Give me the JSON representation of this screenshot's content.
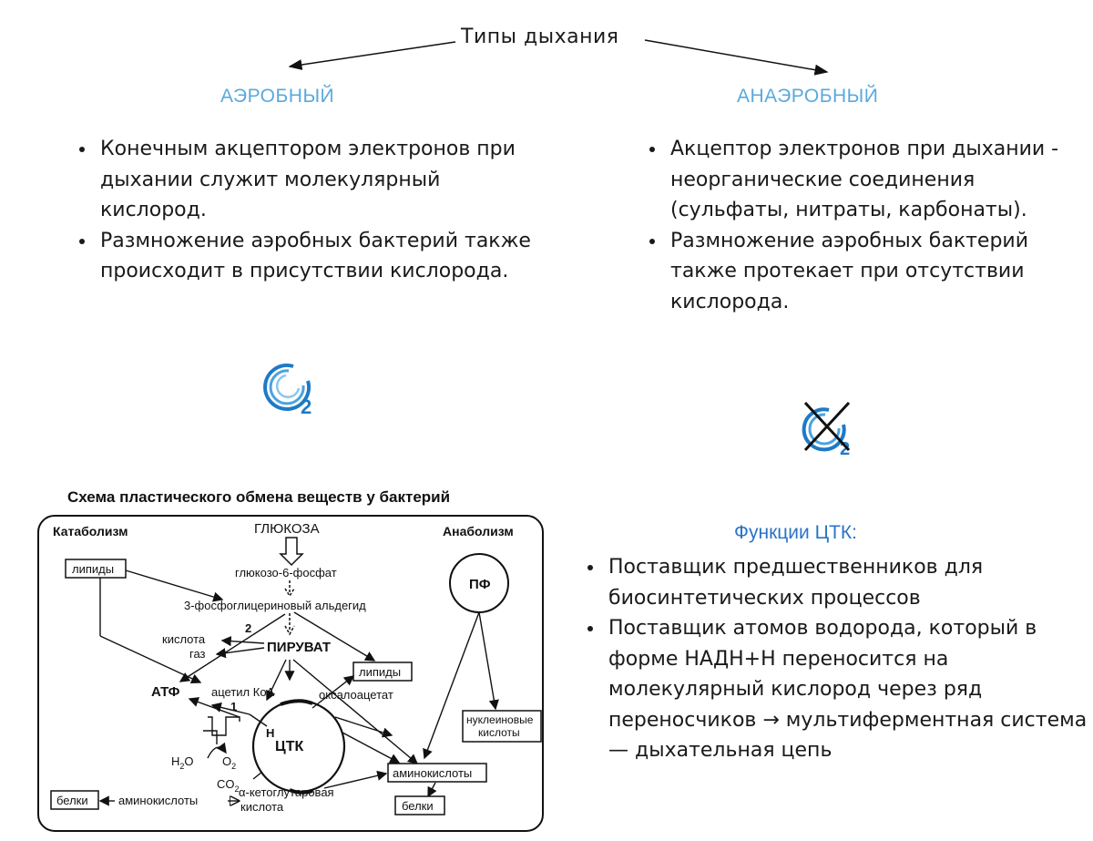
{
  "title": "Типы дыхания",
  "aerobic": {
    "title": "АЭРОБНЫЙ",
    "bullets": [
      "Конечным акцептором электронов при дыхании служит молекулярный кислород.",
      "Размножение аэробных бактерий также происходит в присутствии кислорода."
    ],
    "icon": "o2-icon"
  },
  "anaerobic": {
    "title": "АНАЭРОБНЫЙ",
    "bullets": [
      "Акцептор электронов при дыхании - неорганические соединения (сульфаты, нитраты, карбонаты).",
      "Размножение аэробных бактерий также протекает при отсутствии кислорода."
    ],
    "icon": "crossed-o2-icon"
  },
  "colors": {
    "accent": "#5aa9dd",
    "accent_dark": "#2a74c7",
    "text": "#1a1a1a"
  },
  "scheme": {
    "title": "Схема пластического обмена веществ у бактерий",
    "catabolism": "Катаболизм",
    "anabolism": "Анаболизм",
    "glucose": "ГЛЮКОЗА",
    "lipids": "липиды",
    "g6p": "глюкозо-6-фосфат",
    "pga": "3-фосфоглицериновый альдегид",
    "num2": "2",
    "acid": "кислота",
    "gas": "газ",
    "pyruvate": "ПИРУВАТ",
    "lipids2": "липиды",
    "atp": "АТФ",
    "acetyl": "ацетил КоА",
    "num1": "1",
    "oxaloacetate": "оксалоацетат",
    "pf": "ПФ",
    "nucleotides_1": "нуклеиновые",
    "nucleotides_2": "кислоты",
    "h": "H",
    "tca": "ЦТК",
    "h2o": "H",
    "h2o_sub": "2",
    "h2o_o": "O",
    "o2": "O",
    "o2_sub": "2",
    "co2": "CO",
    "co2_sub": "2",
    "aminoacids_box": "аминокислоты",
    "proteins_left": "белки",
    "aminoacids_text": "аминокислоты",
    "alpha": "α-кетоглутаровая",
    "alpha2": "кислота",
    "proteins_right": "белки"
  },
  "tca_functions": {
    "title": "Функции ЦТК:",
    "bullets": [
      "Поставщик предшественников для биосинтетических процессов",
      "Поставщик атомов водорода, который в форме НАДН+Н переносится на молекулярный кислород через ряд переносчиков → мультиферментная система — дыхательная цепь"
    ]
  }
}
